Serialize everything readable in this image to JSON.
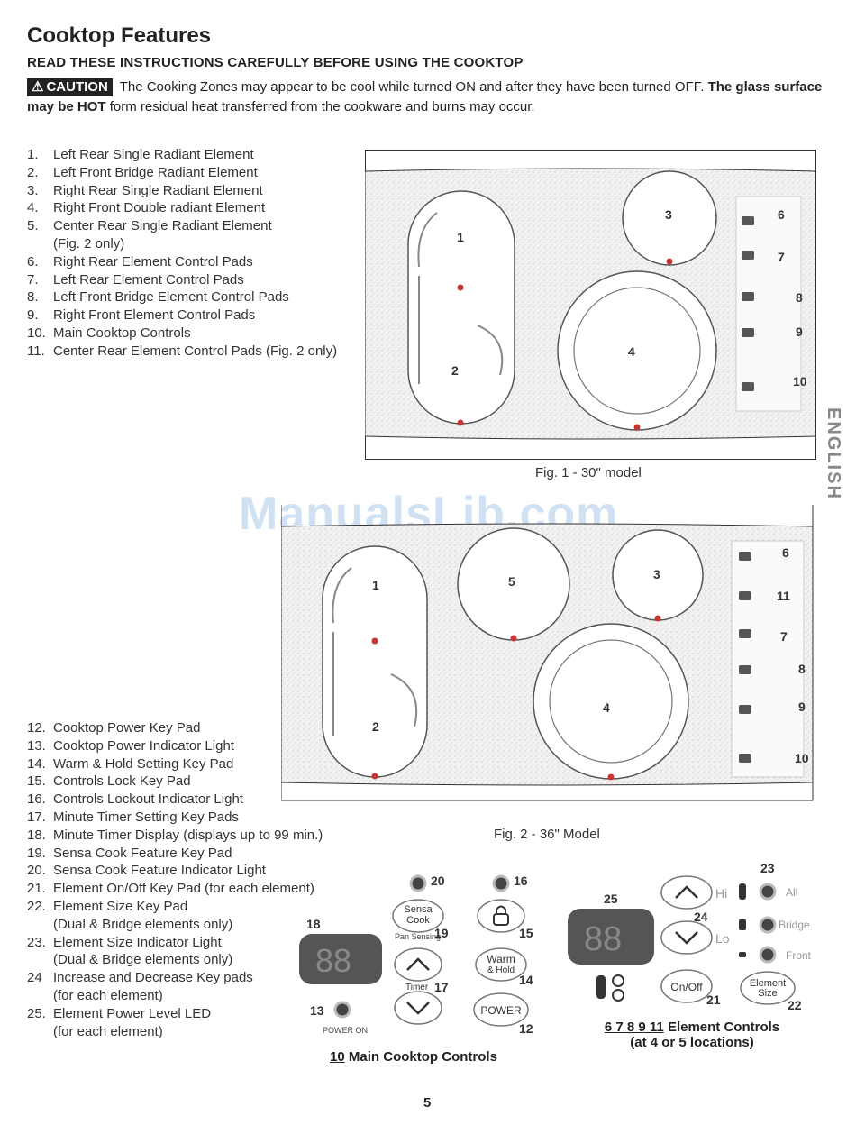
{
  "page": {
    "title": "Cooktop Features",
    "subtitle": "READ THESE INSTRUCTIONS CAREFULLY BEFORE USING THE COOKTOP",
    "caution_badge": "CAUTION",
    "caution_text_1": "The Cooking Zones may appear to be cool while turned ON and after they have been turned OFF.",
    "caution_text_bold": "The glass surface may be HOT",
    "caution_text_2": "form residual heat transferred from the cookware and burns may occur.",
    "side_tab": "ENGLISH",
    "watermark": "ManualsLib.com",
    "page_number": "5"
  },
  "list_a": [
    {
      "num": "1.",
      "text": "Left Rear Single Radiant Element"
    },
    {
      "num": "2.",
      "text": "Left Front Bridge Radiant Element"
    },
    {
      "num": "3.",
      "text": "Right Rear Single Radiant Element"
    },
    {
      "num": "4.",
      "text": "Right Front Double radiant Element"
    },
    {
      "num": "5.",
      "text": "Center Rear Single Radiant Element",
      "cont": "(Fig. 2 only)"
    },
    {
      "num": "6.",
      "text": "Right Rear Element Control Pads"
    },
    {
      "num": "7.",
      "text": "Left Rear Element Control Pads"
    },
    {
      "num": "8.",
      "text": "Left Front Bridge Element Control Pads"
    },
    {
      "num": "9.",
      "text": "Right Front Element Control Pads"
    },
    {
      "num": "10.",
      "text": "Main Cooktop Controls"
    },
    {
      "num": "11.",
      "text": "Center Rear Element Control Pads (Fig. 2 only)"
    }
  ],
  "list_b": [
    {
      "num": "12.",
      "text": "Cooktop Power Key Pad"
    },
    {
      "num": "13.",
      "text": "Cooktop Power Indicator Light"
    },
    {
      "num": "14.",
      "text": "Warm & Hold Setting Key Pad"
    },
    {
      "num": "15.",
      "text": "Controls Lock Key Pad"
    },
    {
      "num": "16.",
      "text": "Controls Lockout Indicator Light"
    },
    {
      "num": "17.",
      "text": "Minute Timer Setting Key Pads"
    },
    {
      "num": "18.",
      "text": "Minute Timer Display (displays up to 99 min.)"
    },
    {
      "num": "19.",
      "text": "Sensa Cook Feature Key Pad"
    },
    {
      "num": "20.",
      "text": "Sensa Cook Feature Indicator Light"
    },
    {
      "num": "21.",
      "text": "Element On/Off Key Pad (for each element)"
    },
    {
      "num": "22.",
      "text": "Element Size Key Pad",
      "cont": "(Dual & Bridge elements only)"
    },
    {
      "num": "23.",
      "text": "Element Size Indicator Light",
      "cont": "(Dual & Bridge elements only)"
    },
    {
      "num": "24",
      "text": "Increase and Decrease Key pads",
      "cont": "(for each element)"
    },
    {
      "num": "25.",
      "text": "Element Power Level LED",
      "cont": "(for each element)"
    }
  ],
  "fig1": {
    "caption": "Fig. 1 - 30\" model",
    "zones": [
      "1",
      "2",
      "3",
      "4"
    ],
    "callouts": [
      "6",
      "7",
      "8",
      "9",
      "10"
    ]
  },
  "fig2": {
    "caption": "Fig. 2 - 36\" Model",
    "zones": [
      "1",
      "2",
      "3",
      "4",
      "5"
    ],
    "callouts": [
      "6",
      "11",
      "7",
      "8",
      "9",
      "10"
    ]
  },
  "main_controls": {
    "caption_num": "10",
    "caption_text": "Main Cooktop Controls",
    "display_digits": "88",
    "sensa_label_1": "Sensa",
    "sensa_label_2": "Cook",
    "pan_sensing": "Pan Sensing",
    "warm_label_1": "Warm",
    "warm_label_2": "& Hold",
    "timer_label": "Timer",
    "power_label": "POWER",
    "power_on_label": "POWER ON",
    "callouts": {
      "c12": "12",
      "c13": "13",
      "c14": "14",
      "c15": "15",
      "c16": "16",
      "c17": "17",
      "c18": "18",
      "c19": "19",
      "c20": "20"
    }
  },
  "element_controls": {
    "caption_nums": "6 7 8 9 11",
    "caption_text": "Element Controls",
    "caption_sub": "(at 4 or 5 locations)",
    "display_digits": "88",
    "hi": "Hi",
    "lo": "Lo",
    "onoff": "On/Off",
    "size_1": "Element",
    "size_2": "Size",
    "all": "All",
    "bridge": "Bridge",
    "front": "Front",
    "callouts": {
      "c21": "21",
      "c22": "22",
      "c23": "23",
      "c24": "24",
      "c25": "25"
    }
  }
}
